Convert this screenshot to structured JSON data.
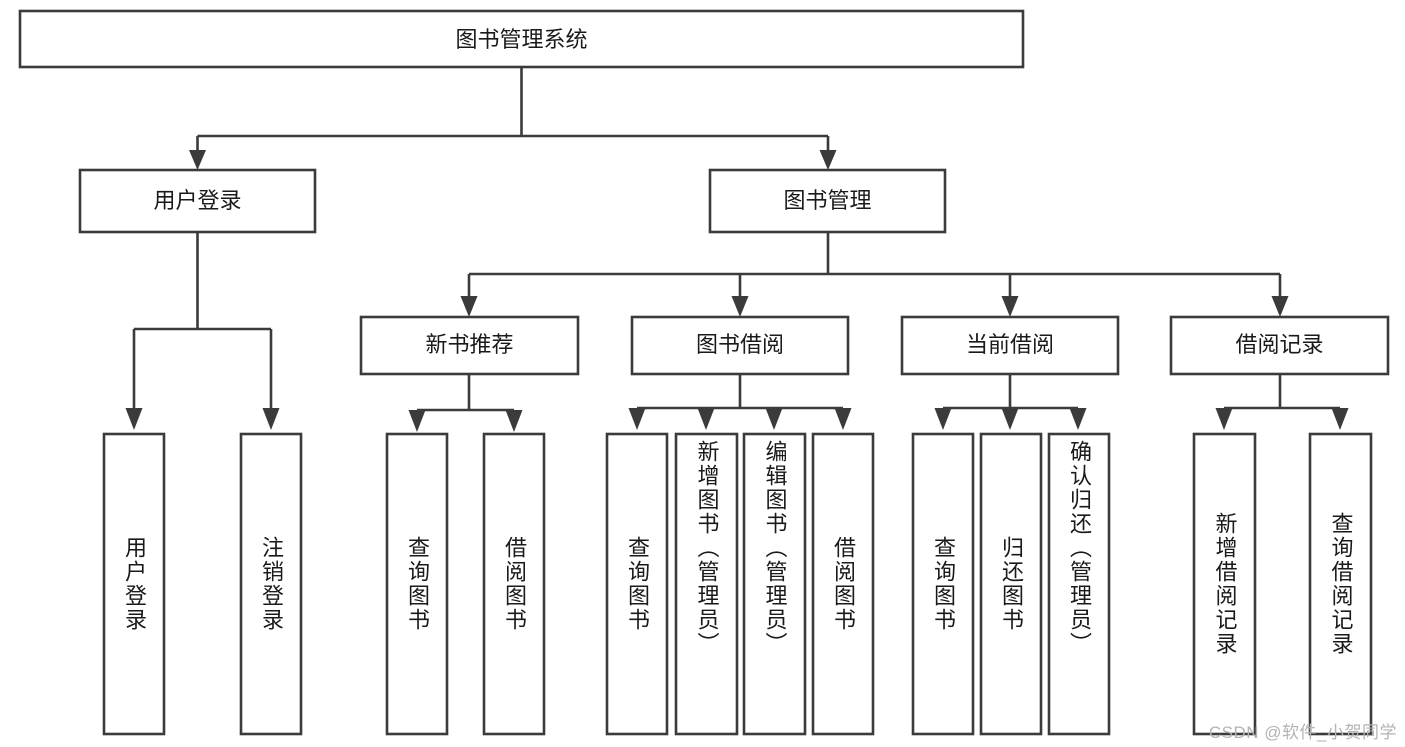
{
  "diagram": {
    "type": "hierarchy-tree",
    "title": "图书管理系统",
    "watermark": "CSDN @软件_小贺同学",
    "colors": {
      "stroke": "#3b3b3b",
      "fill": "#ffffff",
      "text": "#1a1a1a",
      "watermark": "#b3b3b3",
      "background": "#ffffff"
    },
    "root": {
      "label": "图书管理系统"
    },
    "level2": [
      {
        "label": "用户登录"
      },
      {
        "label": "图书管理"
      }
    ],
    "level3": [
      {
        "label": "新书推荐"
      },
      {
        "label": "图书借阅"
      },
      {
        "label": "当前借阅"
      },
      {
        "label": "借阅记录"
      }
    ],
    "leaves": {
      "user_login": [
        {
          "label": "用户登录"
        },
        {
          "label": "注销登录"
        }
      ],
      "new_book_recommend": [
        {
          "label": "查询图书"
        },
        {
          "label": "借阅图书"
        }
      ],
      "book_borrow": [
        {
          "label": "查询图书"
        },
        {
          "label": "新增图书（管理员）"
        },
        {
          "label": "编辑图书（管理员）"
        },
        {
          "label": "借阅图书"
        }
      ],
      "current_borrow": [
        {
          "label": "查询图书"
        },
        {
          "label": "归还图书"
        },
        {
          "label": "确认归还（管理员）"
        }
      ],
      "borrow_record": [
        {
          "label": "新增借阅记录"
        },
        {
          "label": "查询借阅记录"
        }
      ]
    }
  }
}
